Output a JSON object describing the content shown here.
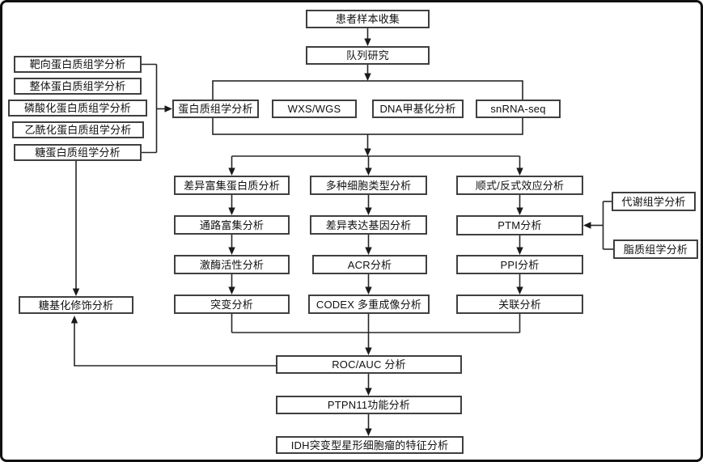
{
  "diagram": {
    "nodes": {
      "patient_sample_collection": "患者样本收集",
      "cohort_study": "队列研究",
      "targeted_proteomics": "靶向蛋白质组学分析",
      "global_proteomics": "整体蛋白质组学分析",
      "phosphoproteomics": "磷酸化蛋白质组学分析",
      "acetylproteomics": "乙酰化蛋白质组学分析",
      "glycoproteomics": "糖蛋白质组学分析",
      "proteomics_analysis": "蛋白质组学分析",
      "wxs_wgs": "WXS/WGS",
      "dna_methylation": "DNA甲基化分析",
      "snrna_seq": "snRNA-seq",
      "diff_enriched_protein": "差异富集蛋白质分析",
      "pathway_enrichment": "通路富集分析",
      "kinase_activity": "激酶活性分析",
      "mutation_analysis": "突变分析",
      "multi_cell_type": "多种细胞类型分析",
      "diff_expressed_genes": "差异表达基因分析",
      "acr_analysis": "ACR分析",
      "codex_imaging": "CODEX 多重成像分析",
      "cis_trans_effect": "顺式/反式效应分析",
      "ptm_analysis": "PTM分析",
      "ppi_analysis": "PPI分析",
      "correlation_analysis": "关联分析",
      "metabolomics": "代谢组学分析",
      "lipidomics": "脂质组学分析",
      "glycosylation_mod": "糖基化修饰分析",
      "roc_auc": "ROC/AUC 分析",
      "ptpn11_function": "PTPN11功能分析",
      "idh_mutant_astrocytoma": "IDH突变型星形细胞瘤的特征分析"
    },
    "colors": {
      "outer_border": "#111111",
      "box_border": "#3f3f3f",
      "line": "#262626",
      "background": "#ffffff",
      "text": "#111111"
    }
  }
}
